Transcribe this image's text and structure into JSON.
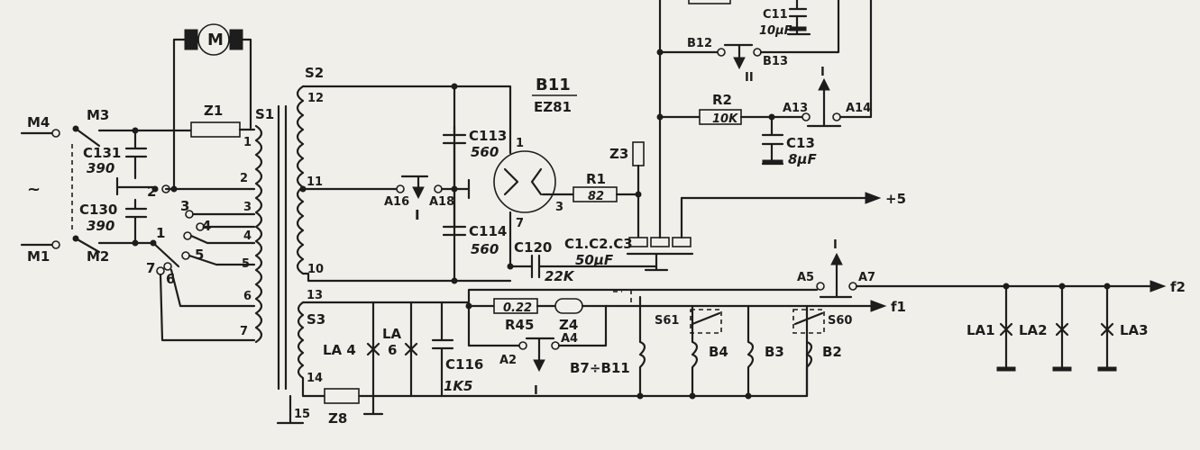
{
  "labels": {
    "motor": "M",
    "z1": "Z1",
    "s1": "S1",
    "s2": "S2",
    "s3": "S3",
    "m4": "M4",
    "m3": "M3",
    "m1": "M1",
    "m2": "M2",
    "tilde": "~",
    "c131": "C131",
    "c131v": "390",
    "c130": "C130",
    "c130v": "390",
    "t1": "1",
    "t2": "2",
    "t3": "3",
    "t4": "4",
    "t5": "5",
    "t6": "6",
    "t7": "7",
    "sel2": "2",
    "sel3": "3",
    "sel4": "4",
    "sel5": "5",
    "sel1": "1",
    "sel7": "7",
    "sel6": "6",
    "s2_12": "12",
    "s2_11": "11",
    "s2_10": "10",
    "s3_13": "13",
    "s3_14": "14",
    "s3_15": "15",
    "a16": "A16",
    "a18": "A18",
    "roman_i_a": "I",
    "c113": "C113",
    "c113v": "560",
    "c114": "C114",
    "c114v": "560",
    "b11": "B11",
    "ez81": "EZ81",
    "tube1": "1",
    "tube3": "3",
    "tube7": "7",
    "r1": "R1",
    "r1v": "82",
    "z3": "Z3",
    "c123": "C1.C2.C3",
    "c123v": "50µF",
    "c120": "C120",
    "c120v": "22K",
    "plus5": "+5",
    "c11": "C11",
    "c11v": "10µF",
    "b12": "B12",
    "b13": "B13",
    "roman_ii": "II",
    "r2": "R2",
    "r2v": "10K",
    "a13": "A13",
    "a14": "A14",
    "roman_i_b": "I",
    "c13": "C13",
    "c13v": "8µF",
    "a5": "A5",
    "a7": "A7",
    "roman_i_c": "I",
    "f2": "f2",
    "f1": "f1",
    "s61": "S61",
    "s60": "S60",
    "b4": "B4",
    "b3": "B3",
    "b2": "B2",
    "r45v": "0.22",
    "r45": "R45",
    "z4": "Z4",
    "a2": "A2",
    "a4": "A4",
    "roman_i_d": "I",
    "b7b11": "B7÷B11",
    "c116": "C116",
    "c116v": "1K5",
    "la4": "LA 4",
    "la6": "LA",
    "la6n": "6",
    "la1": "LA1",
    "la2": "LA2",
    "la3": "LA3",
    "z8": "Z8"
  }
}
